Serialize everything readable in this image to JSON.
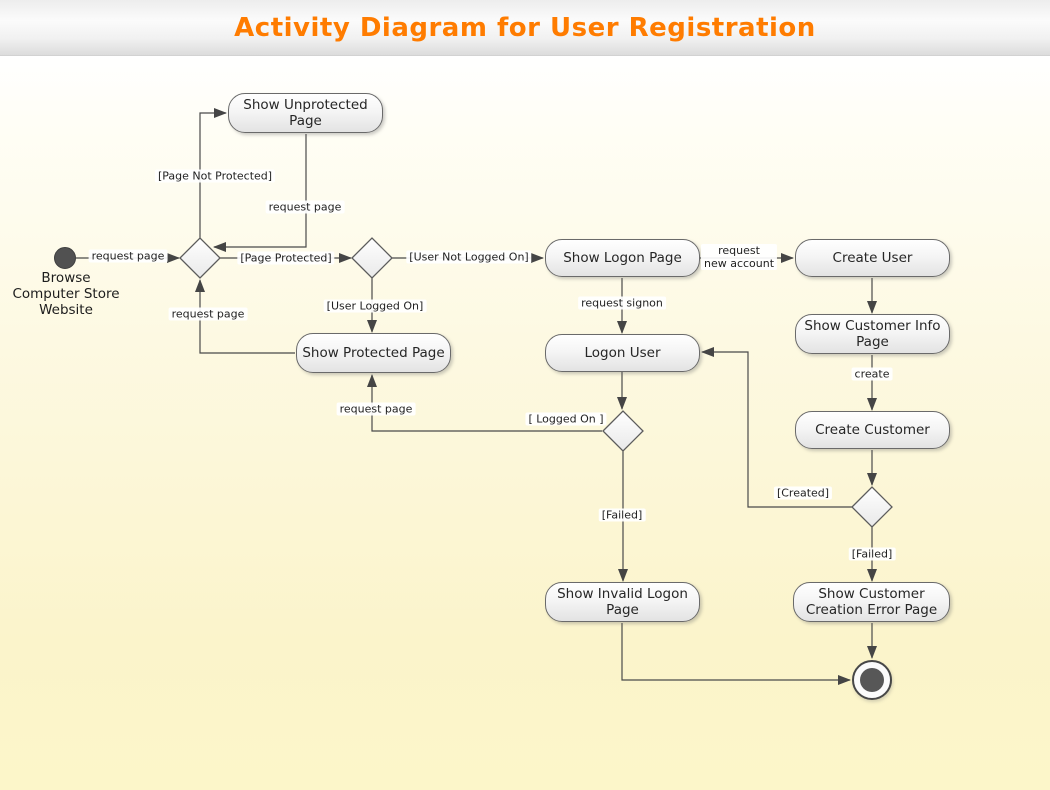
{
  "header": {
    "title": "Activity Diagram for User Registration"
  },
  "colors": {
    "title_accent": "#ff7c00",
    "node_border": "#6a6a6a",
    "node_fill_top": "#ffffff",
    "node_fill_bottom": "#e3e3e3",
    "edge": "#4a4a4a",
    "canvas_bottom": "#fbf4cb"
  },
  "diagram": {
    "start": {
      "label": "Browse\nComputer Store\nWebsite"
    },
    "nodes": [
      {
        "id": "show-unprotected-page",
        "label": "Show Unprotected\nPage"
      },
      {
        "id": "show-logon-page",
        "label": "Show Logon Page"
      },
      {
        "id": "create-user",
        "label": "Create User"
      },
      {
        "id": "show-protected-page",
        "label": "Show Protected Page"
      },
      {
        "id": "show-customer-info-page",
        "label": "Show Customer Info\nPage"
      },
      {
        "id": "logon-user",
        "label": "Logon User"
      },
      {
        "id": "create-customer",
        "label": "Create Customer"
      },
      {
        "id": "show-invalid-logon-page",
        "label": "Show Invalid Logon\nPage"
      },
      {
        "id": "show-customer-creation-error-page",
        "label": "Show Customer\nCreation Error Page"
      }
    ],
    "edge_labels": [
      {
        "id": "request-page-start",
        "text": "request page"
      },
      {
        "id": "page-not-protected",
        "text": "[Page Not Protected]"
      },
      {
        "id": "request-page-unprotected",
        "text": "request page"
      },
      {
        "id": "page-protected",
        "text": "[Page Protected]"
      },
      {
        "id": "user-not-logged-on",
        "text": "[User Not Logged On]"
      },
      {
        "id": "user-logged-on",
        "text": "[User Logged On]"
      },
      {
        "id": "request-page-to-decision",
        "text": "request page"
      },
      {
        "id": "request-signon",
        "text": "request signon"
      },
      {
        "id": "request-new-account",
        "text": "request\nnew account"
      },
      {
        "id": "create",
        "text": "create"
      },
      {
        "id": "created",
        "text": "[Created]"
      },
      {
        "id": "failed-customer",
        "text": "[Failed]"
      },
      {
        "id": "logged-on",
        "text": "[ Logged On ]"
      },
      {
        "id": "request-page-logged-on",
        "text": "request page"
      },
      {
        "id": "failed-logon",
        "text": "[Failed]"
      }
    ]
  }
}
